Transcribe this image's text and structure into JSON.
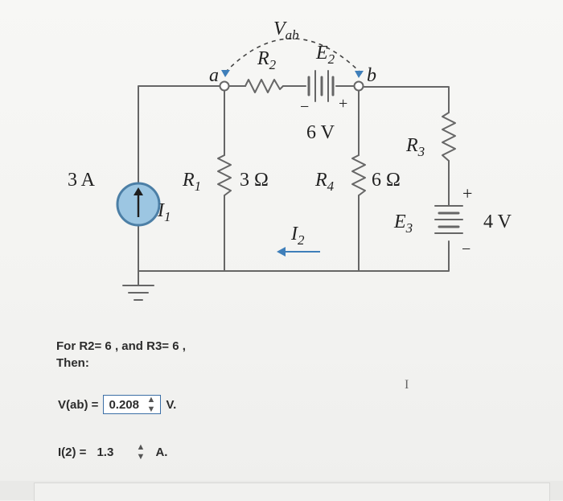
{
  "circuit": {
    "labels": {
      "Vab_V": "V",
      "Vab_sub": "ab",
      "R2_R": "R",
      "R2_sub": "2",
      "E2_E": "E",
      "E2_sub": "2",
      "node_a": "a",
      "node_b": "b",
      "E2_minus": "−",
      "E2_plus": "+",
      "E2_value": "6 V",
      "R3_R": "R",
      "R3_sub": "3",
      "source_value": "3 A",
      "R1_R": "R",
      "R1_sub": "1",
      "R1_value": "3 Ω",
      "R4_R": "R",
      "R4_sub": "4",
      "R4_value": "6 Ω",
      "I1_I": "I",
      "I1_sub": "1",
      "I2_I": "I",
      "I2_sub": "2",
      "E3_E": "E",
      "E3_sub": "3",
      "E3_plus": "+",
      "E3_minus": "−",
      "E3_value": "4 V"
    },
    "colors": {
      "wire": "#666666",
      "source_fill": "#9cc6e2",
      "source_ring": "#4c7fa6",
      "arrow": "#3f7fba"
    }
  },
  "question": {
    "line1": "For  R2= 6 , and  R3= 6 ,",
    "line2": "Then:"
  },
  "answers": {
    "vab": {
      "label": "V(ab) =",
      "value": "0.208",
      "unit": "V."
    },
    "i2": {
      "label": "I(2) =",
      "value": "1.3",
      "unit": "A."
    }
  },
  "cursor_glyph": "I"
}
